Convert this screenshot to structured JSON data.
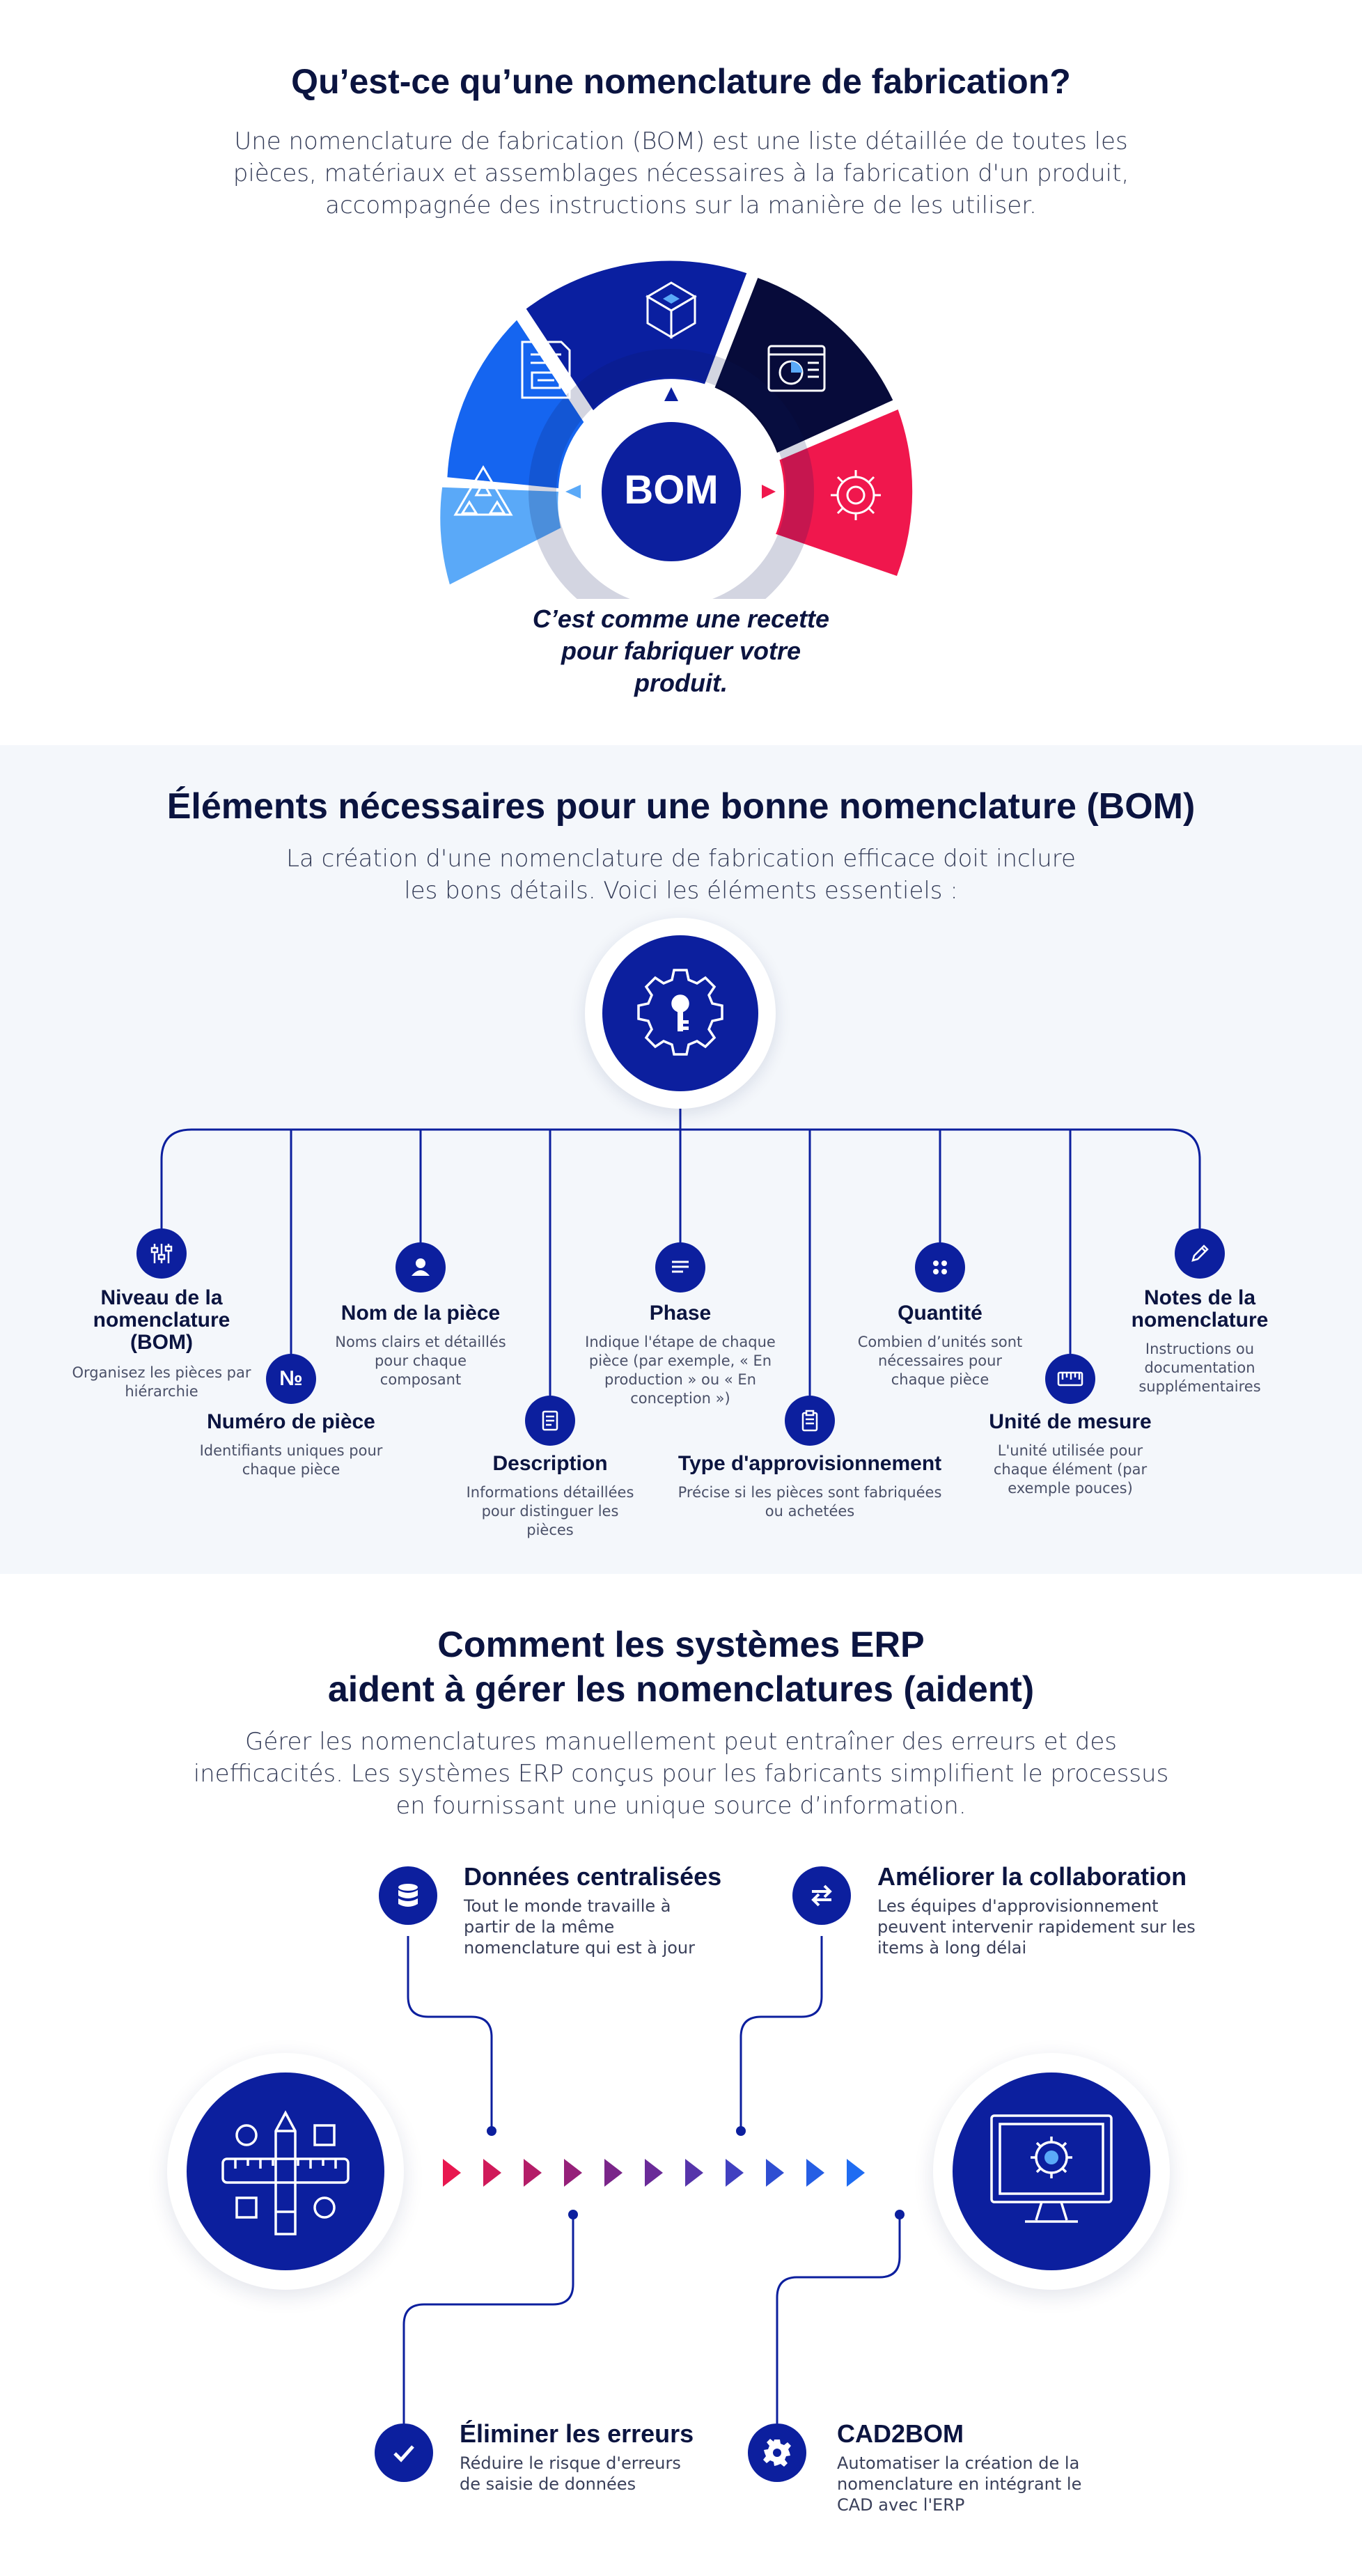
{
  "section1": {
    "title": "Qu’est-ce qu’une nomenclature de fabrication?",
    "lead_lines": [
      "Une nomenclature de fabrication (BOM) est une liste détaillée de toutes les",
      "pièces, matériaux et assemblages nécessaires à la fabrication d'un produit,",
      "accompagnée des instructions sur la manière de les utiliser."
    ],
    "hub_label": "BOM",
    "caption_lines": [
      "C’est comme une recette",
      "pour fabriquer votre",
      "produit."
    ],
    "segment_colors": [
      "#5aa9f8",
      "#1565f0",
      "#0a1fa0",
      "#070b3a",
      "#f0174d"
    ],
    "segment_icons": [
      "triangles-icon",
      "document-icon",
      "cube-icon",
      "chart-icon",
      "gear-icon"
    ]
  },
  "section2": {
    "title": "Éléments nécessaires pour une bonne nomenclature (BOM)",
    "lead_lines": [
      "La création d'une nomenclature de fabrication efficace doit inclure",
      "les bons détails. Voici les éléments essentiels :"
    ],
    "center_icon": "gear-key-icon",
    "elements": [
      {
        "title_lines": [
          "Niveau de la",
          "nomenclature",
          "(BOM)"
        ],
        "desc_lines": [
          "Organisez les pièces par",
          "hiérarchie"
        ],
        "icon": "sliders-icon"
      },
      {
        "title_lines": [
          "Numéro de pièce"
        ],
        "desc_lines": [
          "Identifiants uniques pour",
          "chaque pièce"
        ],
        "icon": "number-icon",
        "icon_glyph": "№"
      },
      {
        "title_lines": [
          "Nom de la pièce"
        ],
        "desc_lines": [
          "Noms clairs et détaillés",
          "pour chaque",
          "composant"
        ],
        "icon": "person-icon"
      },
      {
        "title_lines": [
          "Description"
        ],
        "desc_lines": [
          "Informations détaillées",
          "pour distinguer les",
          "pièces"
        ],
        "icon": "document-icon"
      },
      {
        "title_lines": [
          "Phase"
        ],
        "desc_lines": [
          "Indique l'étape de chaque",
          "pièce (par exemple, « En",
          "production » ou « En",
          "conception »)"
        ],
        "icon": "text-lines-icon"
      },
      {
        "title_lines": [
          "Type d'approvisionnement"
        ],
        "desc_lines": [
          "Précise si les pièces sont fabriquées",
          "ou achetées"
        ],
        "icon": "clipboard-icon"
      },
      {
        "title_lines": [
          "Quantité"
        ],
        "desc_lines": [
          "Combien d’unités sont",
          "nécessaires pour",
          "chaque pièce"
        ],
        "icon": "grid-dots-icon"
      },
      {
        "title_lines": [
          "Unité de mesure"
        ],
        "desc_lines": [
          "L'unité utilisée pour",
          "chaque élément (par",
          "exemple pouces)"
        ],
        "icon": "ruler-icon"
      },
      {
        "title_lines": [
          "Notes de la",
          "nomenclature"
        ],
        "desc_lines": [
          "Instructions ou",
          "documentation",
          "supplémentaires"
        ],
        "icon": "pencil-icon"
      }
    ]
  },
  "section3": {
    "title_lines": [
      "Comment les systèmes ERP",
      "aident à gérer les nomenclatures (aident)"
    ],
    "lead_lines": [
      "Gérer les nomenclatures manuellement peut entraîner des erreurs et des",
      "inefficacités. Les systèmes ERP conçus pour les fabricants simplifient le processus",
      "en fournissant une unique source d’information."
    ],
    "left_hub_icon": "design-tools-icon",
    "right_hub_icon": "monitor-gear-icon",
    "arrow_colors": [
      "#e8174f",
      "#d01a5a",
      "#b41d68",
      "#962079",
      "#7a2589",
      "#6a2a98",
      "#5634aa",
      "#4140c0",
      "#2f4ed2",
      "#255ee4",
      "#1f6cf2"
    ],
    "features": [
      {
        "title": "Données centralisées",
        "desc_lines": [
          "Tout le monde travaille à",
          "partir de la même",
          "nomenclature qui est à jour"
        ],
        "icon": "database-icon"
      },
      {
        "title": "Améliorer la collaboration",
        "desc_lines": [
          "Les équipes d'approvisionnement",
          "peuvent intervenir rapidement sur les",
          "items à long délai"
        ],
        "icon": "swap-arrows-icon"
      },
      {
        "title": "Éliminer les erreurs",
        "desc_lines": [
          "Réduire le risque d'erreurs",
          "de saisie de données"
        ],
        "icon": "checkmark-icon"
      },
      {
        "title": "CAD2BOM",
        "desc_lines": [
          "Automatiser la création de la",
          "nomenclature en intégrant le",
          "CAD avec l'ERP"
        ],
        "icon": "gear-icon"
      }
    ]
  }
}
